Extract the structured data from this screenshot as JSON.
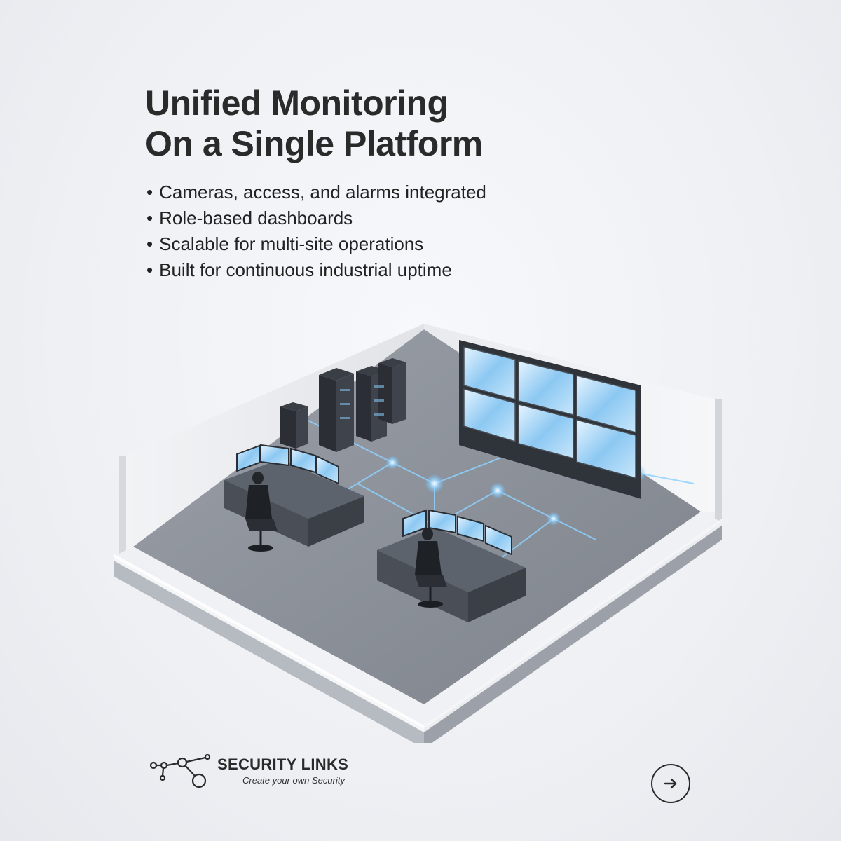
{
  "headline": {
    "line1": "Unified Monitoring",
    "line2": "On a Single Platform"
  },
  "bullets": [
    "Cameras, access, and alarms integrated",
    "Role-based dashboards",
    "Scalable for multi-site operations",
    "Built for continuous industrial uptime"
  ],
  "illustration": {
    "subject": "isometric security control room",
    "icon": "control-room-illustration"
  },
  "brand": {
    "name": "SECURITY LINKS",
    "tagline": "Create your own Security",
    "logo_icon": "linked-nodes-icon"
  },
  "navigation": {
    "next_icon": "arrow-right-icon"
  },
  "colors": {
    "background": "#eef0f4",
    "text": "#2a2a2a",
    "floor": "#8d929b",
    "screen_glow": "#9fd3ff",
    "accent_line": "#6cc4ff"
  }
}
